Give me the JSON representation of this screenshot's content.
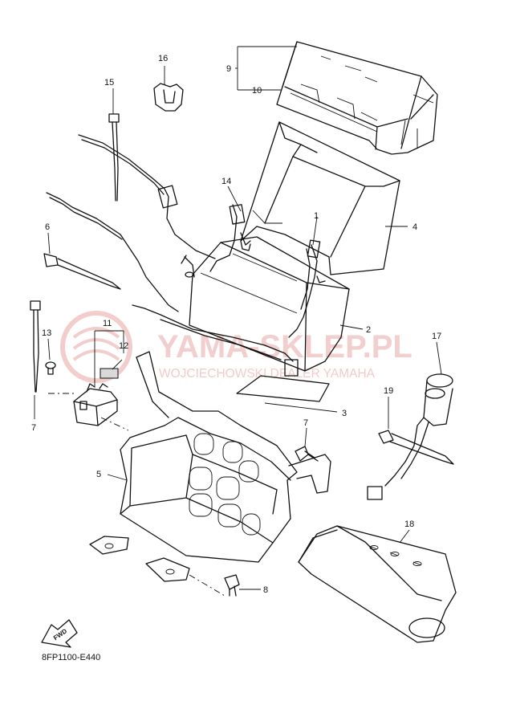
{
  "diagram": {
    "reference_code": "8FP1100-E440",
    "watermark": {
      "brand": "YAMA-SKLEP.PL",
      "tagline": "WOJCIECHOWSKI DEALER YAMAHA"
    },
    "direction_arrow": "FWD",
    "callouts": [
      {
        "id": "c1",
        "label": "1"
      },
      {
        "id": "c2",
        "label": "2"
      },
      {
        "id": "c3",
        "label": "3"
      },
      {
        "id": "c4",
        "label": "4"
      },
      {
        "id": "c5",
        "label": "5"
      },
      {
        "id": "c6",
        "label": "6"
      },
      {
        "id": "c7a",
        "label": "7"
      },
      {
        "id": "c7b",
        "label": "7"
      },
      {
        "id": "c8",
        "label": "8"
      },
      {
        "id": "c9",
        "label": "9"
      },
      {
        "id": "c10",
        "label": "10"
      },
      {
        "id": "c11",
        "label": "11"
      },
      {
        "id": "c12",
        "label": "12"
      },
      {
        "id": "c13",
        "label": "13"
      },
      {
        "id": "c14",
        "label": "14"
      },
      {
        "id": "c15",
        "label": "15"
      },
      {
        "id": "c16",
        "label": "16"
      },
      {
        "id": "c17",
        "label": "17"
      },
      {
        "id": "c18",
        "label": "18"
      },
      {
        "id": "c19",
        "label": "19"
      }
    ]
  }
}
